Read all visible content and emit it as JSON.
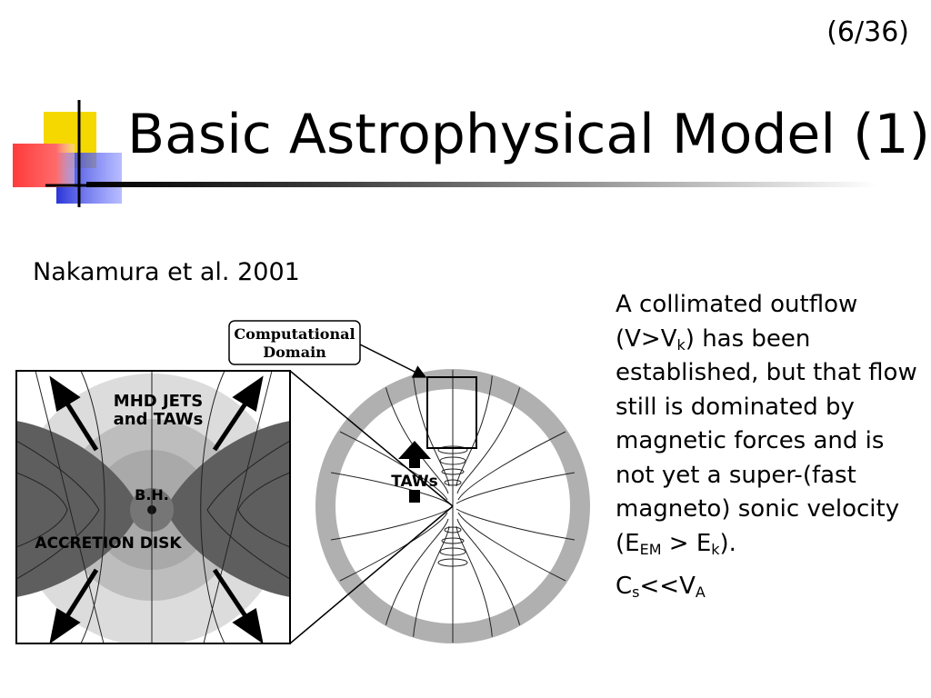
{
  "slide": {
    "number": "(6/36)",
    "title": "Basic Astrophysical Model (1)",
    "citation": "Nakamura et al. 2001"
  },
  "figure": {
    "callout_line1": "Computational",
    "callout_line2": "Domain",
    "jets_line1": "MHD JETS",
    "jets_line2": "and TAWs",
    "bh_label": "B.H.",
    "disk_label": "ACCRETION DISK",
    "taws_label": "TAWs"
  },
  "body": {
    "p1_a": "A collimated outflow (V>V",
    "p1_sub1": "k",
    "p1_b": ") has been established, but that flow still is dominated by magnetic forces and is not yet a super-(fast magneto) sonic velocity (E",
    "p1_sub2": "EM",
    "p1_c": " > E",
    "p1_sub3": "k",
    "p1_d": ").",
    "p2_a": "C",
    "p2_sub1": "s",
    "p2_b": "<<V",
    "p2_sub2": "A"
  },
  "colors": {
    "deco_yellow": "#f5d800",
    "deco_red": "#ff3b3b",
    "deco_blue": "#2a35d8",
    "figure_dark_gray": "#5b5b5b",
    "figure_mid_gray": "#a8a8a8",
    "figure_light_gray": "#d4d4d4",
    "ring_gray": "#b0b0b0"
  }
}
